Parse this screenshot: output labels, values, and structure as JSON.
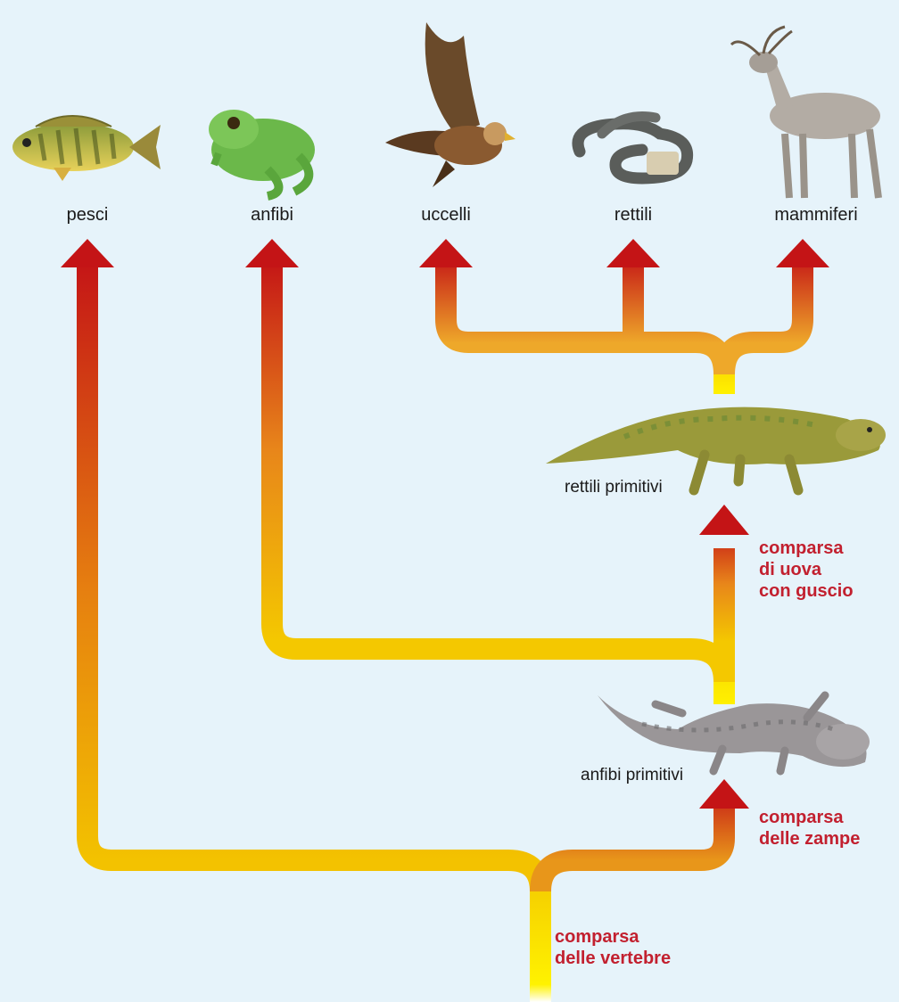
{
  "diagram": {
    "taxa": {
      "pesci": "pesci",
      "anfibi": "anfibi",
      "uccelli": "uccelli",
      "rettili": "rettili",
      "mammiferi": "mammiferi"
    },
    "ancestors": {
      "rettili_primitivi": "rettili primitivi",
      "anfibi_primitivi": "anfibi primitivi"
    },
    "events": {
      "vertebre": "comparsa\ndelle vertebre",
      "zampe": "comparsa\ndelle zampe",
      "uova": "comparsa\ndi uova\ncon guscio"
    },
    "icons": [
      "fish-icon",
      "frog-icon",
      "eagle-icon",
      "snake-icon",
      "deer-icon",
      "primitive-reptile-icon",
      "primitive-amphibian-icon"
    ],
    "colors": {
      "background": "#e6f3fa",
      "branch_base": "#fff200",
      "branch_mid": "#f4b400",
      "branch_tip": "#c0141c",
      "event_text": "#c2202f"
    }
  }
}
